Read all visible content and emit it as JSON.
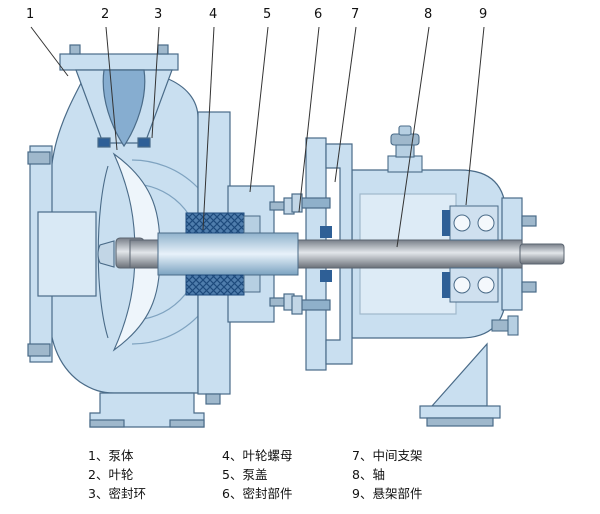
{
  "callouts": [
    {
      "label": "1"
    },
    {
      "label": "2"
    },
    {
      "label": "3"
    },
    {
      "label": "4"
    },
    {
      "label": "5"
    },
    {
      "label": "6"
    },
    {
      "label": "7"
    },
    {
      "label": "8"
    },
    {
      "label": "9"
    }
  ],
  "legend": {
    "columns": [
      [
        "1、泵体",
        "2、叶轮",
        "3、密封环"
      ],
      [
        "4、叶轮螺母",
        "5、泵盖",
        "6、密封部件"
      ],
      [
        "7、中间支架",
        "8、轴",
        "9、悬架部件"
      ]
    ]
  },
  "colors": {
    "background": "#ffffff",
    "body_fill": "#c9dff0",
    "body_light": "#d9e9f5",
    "interior": "#ddebf6",
    "outline": "#4a6b88",
    "metal_stud": "#9fb8cc",
    "nut": "#c2d6e6",
    "seal_dark": "#2e5f96",
    "hatch_bg": "#4f7dac",
    "hatch_line": "#1d4a7c",
    "leader_line": "#333333",
    "text": "#111111"
  }
}
